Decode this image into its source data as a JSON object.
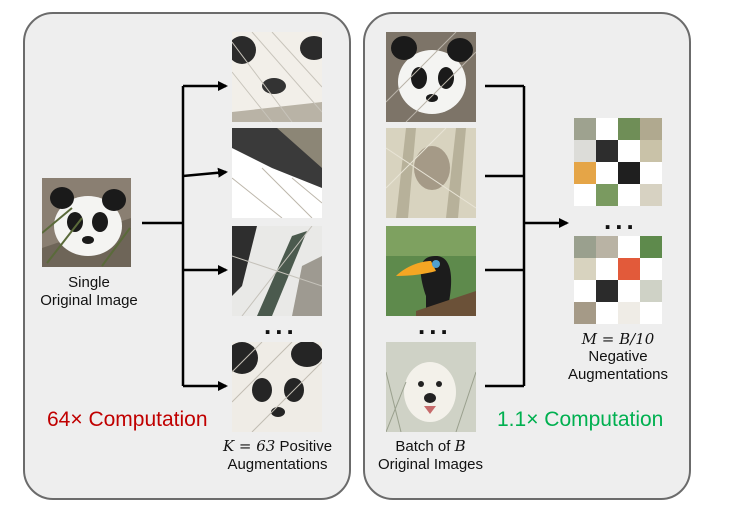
{
  "left_panel": {
    "source_label_line1": "Single",
    "source_label_line2": "Original Image",
    "ellipsis": "...",
    "positive_k_expr": "K = 63",
    "positive_line1_suffix": " Positive",
    "positive_line2": "Augmentations",
    "computation_text": "64× Computation",
    "computation_color": "#c00000"
  },
  "right_panel": {
    "ellipsis_left": "...",
    "batch_line1_prefix": "Batch of ",
    "batch_var": "B",
    "batch_line2": "Original Images",
    "ellipsis_right": "...",
    "negative_m_expr": "M = B/10",
    "negative_line1": "Negative",
    "negative_line2": "Augmentations",
    "computation_text": "1.1× Computation",
    "computation_color": "#00b050"
  },
  "image_tiles": [
    "panda-original",
    "panda-aug-1",
    "panda-aug-2",
    "panda-aug-3",
    "panda-aug-4",
    "panda",
    "koala",
    "toucan",
    "dog",
    "negative-aug-1",
    "negative-aug-2"
  ]
}
